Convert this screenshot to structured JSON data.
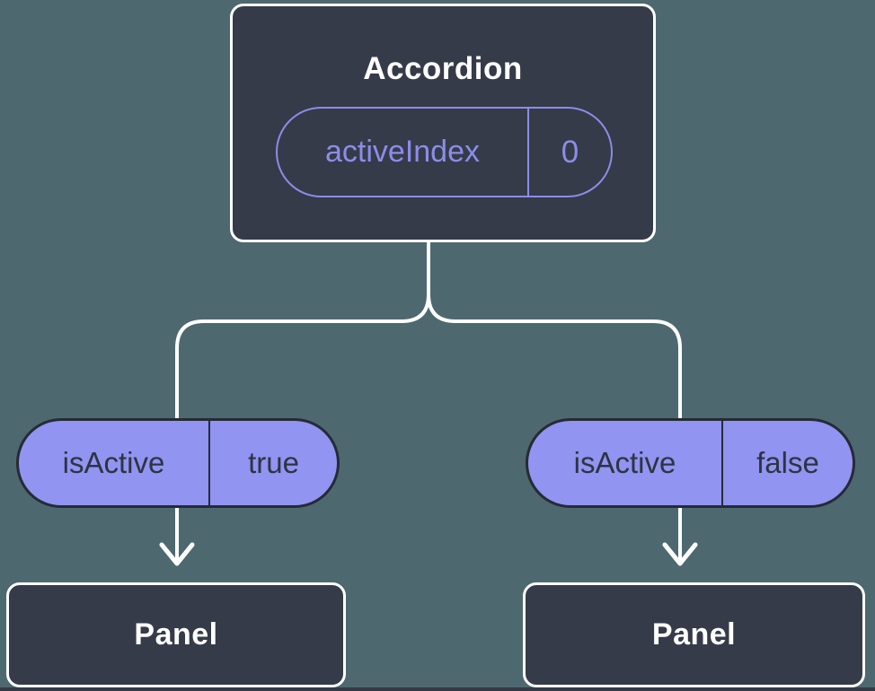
{
  "root_component": {
    "title": "Accordion",
    "state": {
      "name": "activeIndex",
      "value": "0"
    }
  },
  "children": [
    {
      "prop": {
        "name": "isActive",
        "value": "true"
      },
      "component": {
        "title": "Panel"
      }
    },
    {
      "prop": {
        "name": "isActive",
        "value": "false"
      },
      "component": {
        "title": "Panel"
      }
    }
  ],
  "colors": {
    "background": "#4E6870",
    "component_fill": "#353B48",
    "component_border": "#FFFFFF",
    "state_accent": "#8B8DE9",
    "prop_fill": "#9194F0",
    "prop_border": "#252B36",
    "prop_text": "#2D3443",
    "connector": "#FFFFFF"
  }
}
